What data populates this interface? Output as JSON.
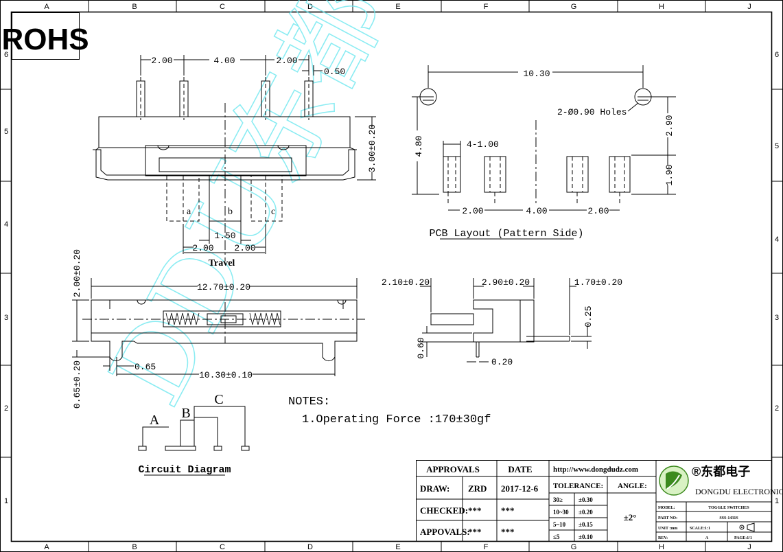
{
  "border": {
    "columns": [
      "A",
      "B",
      "C",
      "D",
      "E",
      "F",
      "G",
      "H",
      "J"
    ],
    "rows": [
      "6",
      "5",
      "4",
      "3",
      "2",
      "1"
    ]
  },
  "rohs": "ROHS",
  "watermark": "DDU东都",
  "top_view": {
    "dims": {
      "d1": "2.00",
      "d2": "4.00",
      "d3": "2.00",
      "d4": "0.50",
      "h": "3.00±0.20",
      "travel_w": "1.50",
      "t1": "2.00",
      "t2": "2.00"
    },
    "pins": [
      "a",
      "b",
      "c"
    ],
    "travel_label": "Travel"
  },
  "pcb": {
    "dims": {
      "w": "10.30",
      "holes": "2-Ø0.90 Holes",
      "h1": "2.90",
      "h2": "1.90",
      "pad": "4-1.00",
      "h": "4.80",
      "s1": "2.00",
      "s2": "4.00",
      "s3": "2.00"
    },
    "title": "PCB Layout (Pattern Side)"
  },
  "front_view": {
    "dims": {
      "top": "2.00±0.20",
      "len": "12.70±0.20",
      "foot": "0.65",
      "base": "10.30±0.10",
      "side": "0.65±0.20"
    }
  },
  "side_view": {
    "dims": {
      "a": "2.10±0.20",
      "b": "2.90±0.20",
      "c": "1.70±0.20",
      "d": "0.25",
      "e": "0.60",
      "f": "0.20"
    }
  },
  "circuit": {
    "labels": [
      "A",
      "B",
      "C"
    ],
    "title": "Circuit Diagram"
  },
  "notes": {
    "title": "NOTES:",
    "items": [
      "1.Operating Force :170±30gf"
    ]
  },
  "title_block": {
    "approvals_header": "APPROVALS",
    "date_header": "DATE",
    "rows": [
      {
        "label": "DRAW:",
        "name": "ZRD",
        "date": "2017-12-6"
      },
      {
        "label": "CHECKED:",
        "name": "***",
        "date": "***"
      },
      {
        "label": "APPOVALS:",
        "name": "***",
        "date": "***"
      }
    ],
    "url": "http://www.dongdudz.com",
    "tolerance_label": "TOLERANCE:",
    "angle_label": "ANGLE:",
    "tolerances": [
      {
        "range": "30≥",
        "val": "±0.30"
      },
      {
        "range": "10~30",
        "val": "±0.20"
      },
      {
        "range": "5~10",
        "val": "±0.15"
      },
      {
        "range": "≤5",
        "val": "±0.10"
      }
    ],
    "angle": "±2°",
    "company_cn": "®东都电子",
    "company_en": "DONGDU ELECTRONICS",
    "model_label": "MODEL:",
    "model": "TOGGLE SWITCHES",
    "part_label": "PART NO:",
    "part": "SSS-1431S",
    "unit_label": "UNIT :mm",
    "scale": "SCALE:1:1",
    "rev_label": "REV:",
    "rev": "A",
    "page": "PAGE:1/1"
  }
}
